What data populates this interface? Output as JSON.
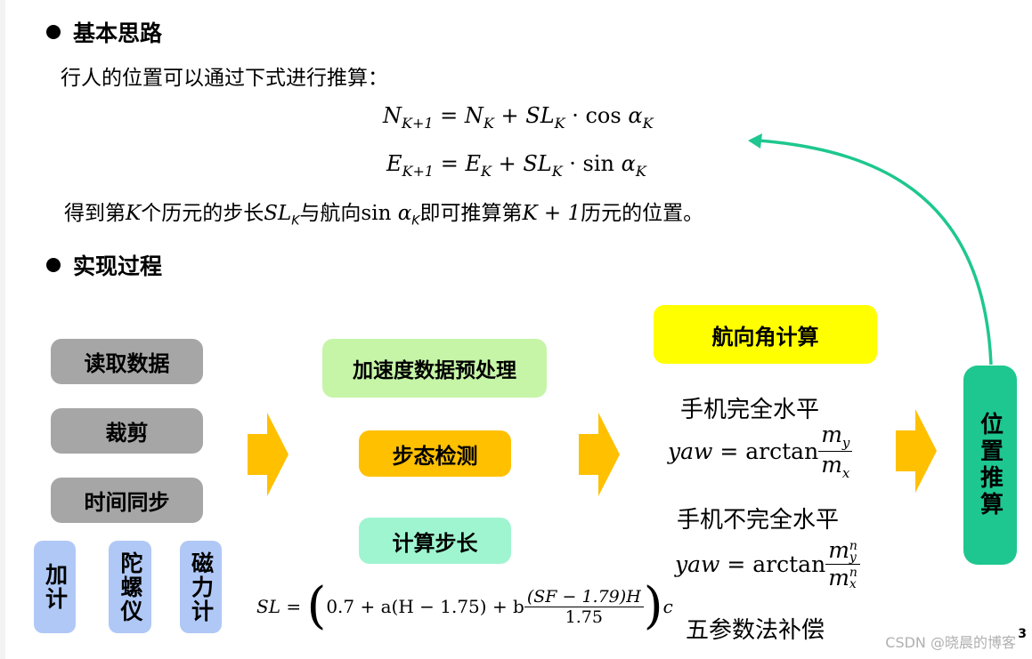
{
  "section1": {
    "heading": "基本思路",
    "intro": "行人的位置可以通过下式进行推算：",
    "eq1": {
      "lhs_var": "N",
      "lhs_sub": "K+1",
      "rhs_var": "N",
      "rhs_sub": "K",
      "sl": "SL",
      "sl_sub": "K",
      "func": "cos",
      "angle": "α",
      "angle_sub": "K"
    },
    "eq2": {
      "lhs_var": "E",
      "lhs_sub": "K+1",
      "rhs_var": "E",
      "rhs_sub": "K",
      "sl": "SL",
      "sl_sub": "K",
      "func": "sin",
      "angle": "α",
      "angle_sub": "K"
    },
    "result": {
      "p1": "得到第",
      "k1": "K",
      "p2": "个历元的步长",
      "sl": "SL",
      "sl_sub": "K",
      "p3": "与航向",
      "sin": "sin",
      "angle": "α",
      "angle_sub": "K",
      "p4": "即可推算第",
      "k2": "K + 1",
      "p5": "历元的位置。"
    }
  },
  "section2": {
    "heading": "实现过程"
  },
  "left_boxes": [
    "读取数据",
    "裁剪",
    "时间同步"
  ],
  "sensors": [
    "加计",
    "陀螺仪",
    "磁力计"
  ],
  "middle_boxes": {
    "preprocess": "加速度数据预处理",
    "gait": "步态检测",
    "steplen": "计算步长"
  },
  "sl_formula": {
    "lhs": "SL",
    "a": "0.7 + a(H − 1.75) + b",
    "num": "(SF − 1.79)H",
    "den": "1.75",
    "c": "c"
  },
  "heading_block": {
    "title": "航向角计算",
    "case1": "手机完全水平",
    "case1_formula": {
      "lhs": "yaw",
      "func": "arctan",
      "num": "m",
      "num_sub": "y",
      "den": "m",
      "den_sub": "x"
    },
    "case2": "手机不完全水平",
    "case2_formula": {
      "lhs": "yaw",
      "func": "arctan",
      "num": "m",
      "num_sub": "y",
      "num_sup": "n",
      "den": "m",
      "den_sub": "x",
      "den_sup": "n"
    },
    "comp": "五参数法补偿"
  },
  "position_box": "位置推算",
  "watermark": "CSDN @晓晨的博客",
  "page_number": "3",
  "colors": {
    "gray": "#a6a6a6",
    "green": "#c6f5a8",
    "orange": "#ffc000",
    "mint": "#9ff5d0",
    "yellow": "#ffff00",
    "teal": "#1ec78f",
    "blue": "#b0c8f5",
    "arrow": "#ffc000",
    "curve": "#1ec78f"
  }
}
